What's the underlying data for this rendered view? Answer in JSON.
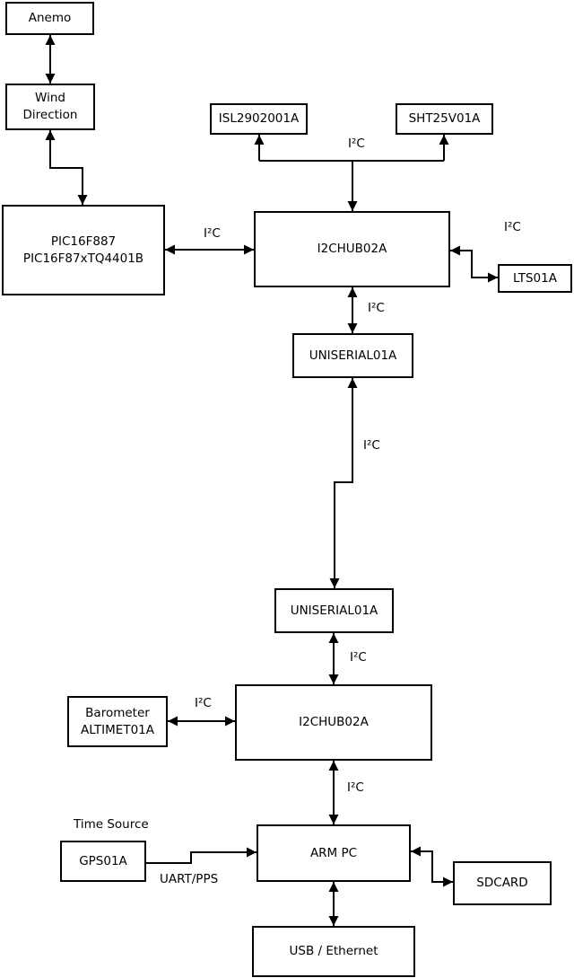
{
  "diagram": {
    "type": "block-diagram",
    "background": "#ffffff",
    "line_color": "#000000",
    "text_color": "#000000",
    "nodes": {
      "anemo": {
        "label": "Anemo"
      },
      "wind_direction": {
        "label": "Wind\nDirection"
      },
      "pic": {
        "label": "PIC16F887\nPIC16F87xTQ4401B"
      },
      "isl": {
        "label": "ISL2902001A"
      },
      "sht": {
        "label": "SHT25V01A"
      },
      "i2chub_1": {
        "label": "I2CHUB02A"
      },
      "lts": {
        "label": "LTS01A"
      },
      "uniserial_1": {
        "label": "UNISERIAL01A"
      },
      "uniserial_2": {
        "label": "UNISERIAL01A"
      },
      "i2chub_2": {
        "label": "I2CHUB02A"
      },
      "barometer": {
        "label": "Barometer\nALTIMET01A"
      },
      "gps": {
        "label": "GPS01A"
      },
      "arm_pc": {
        "label": "ARM PC"
      },
      "sdcard": {
        "label": "SDCARD"
      },
      "usb_ethernet": {
        "label": "USB / Ethernet"
      }
    },
    "labels": {
      "i2c_sensor_bus": "I²C",
      "i2c_pic_hub1": "I²C",
      "i2c_hub1_lts": "I²C",
      "i2c_hub1_uniserial1": "I²C",
      "i2c_uniserial1_uniserial2": "I²C",
      "i2c_uniserial2_hub2": "I²C",
      "i2c_barometer_hub2": "I²C",
      "i2c_hub2_armpc": "I²C",
      "time_source": "Time Source",
      "uart_pps": "UART/PPS"
    }
  }
}
